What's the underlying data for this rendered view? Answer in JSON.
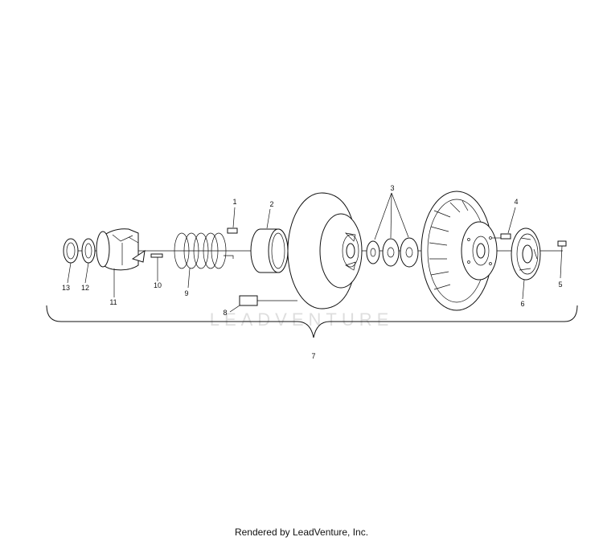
{
  "watermark": "LEADVENTURE",
  "footer": "Rendered by LeadVenture, Inc.",
  "callouts": {
    "c1": "1",
    "c2": "2",
    "c3": "3",
    "c4": "4",
    "c5": "5",
    "c6": "6",
    "c7": "7",
    "c8": "8",
    "c9": "9",
    "c10": "10",
    "c11": "11",
    "c12": "12",
    "c13": "13"
  }
}
